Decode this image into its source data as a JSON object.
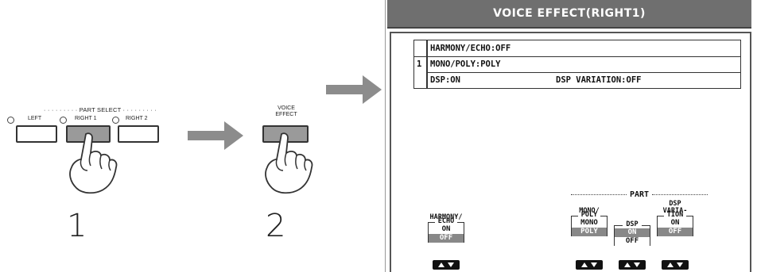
{
  "panel": {
    "part_select_label": "PART SELECT",
    "buttons": [
      {
        "label": "LEFT"
      },
      {
        "label": "RIGHT 1"
      },
      {
        "label": "RIGHT 2"
      }
    ],
    "voice_effect_label_line1": "VOICE",
    "voice_effect_label_line2": "EFFECT",
    "step1": "1",
    "step2": "2"
  },
  "lcd": {
    "title": "VOICE EFFECT(RIGHT1)",
    "part_number": "1",
    "rows": {
      "harmony_echo": "HARMONY/ECHO:OFF",
      "mono_poly": "MONO/POLY:POLY",
      "dsp": "DSP:ON",
      "dsp_variation": "DSP VARIATION:OFF"
    },
    "part_header": "PART",
    "controls": {
      "harmony": {
        "label1": "HARMONY/",
        "label2": "ECHO",
        "opt1": "ON",
        "opt2": "OFF"
      },
      "monopoly": {
        "label1": "MONO/",
        "label2": "POLY",
        "opt1": "MONO",
        "opt2": "POLY"
      },
      "dsp": {
        "label1": "DSP",
        "opt1": "ON",
        "opt2": "OFF"
      },
      "dspvar": {
        "label1": "DSP",
        "label2": "VARIA-",
        "label3": "TION",
        "opt1": "ON",
        "opt2": "OFF"
      }
    }
  },
  "colors": {
    "lcd_title_bg": "#6f6f6f",
    "arrow": "#8c8c8c",
    "selected": "#888888"
  }
}
